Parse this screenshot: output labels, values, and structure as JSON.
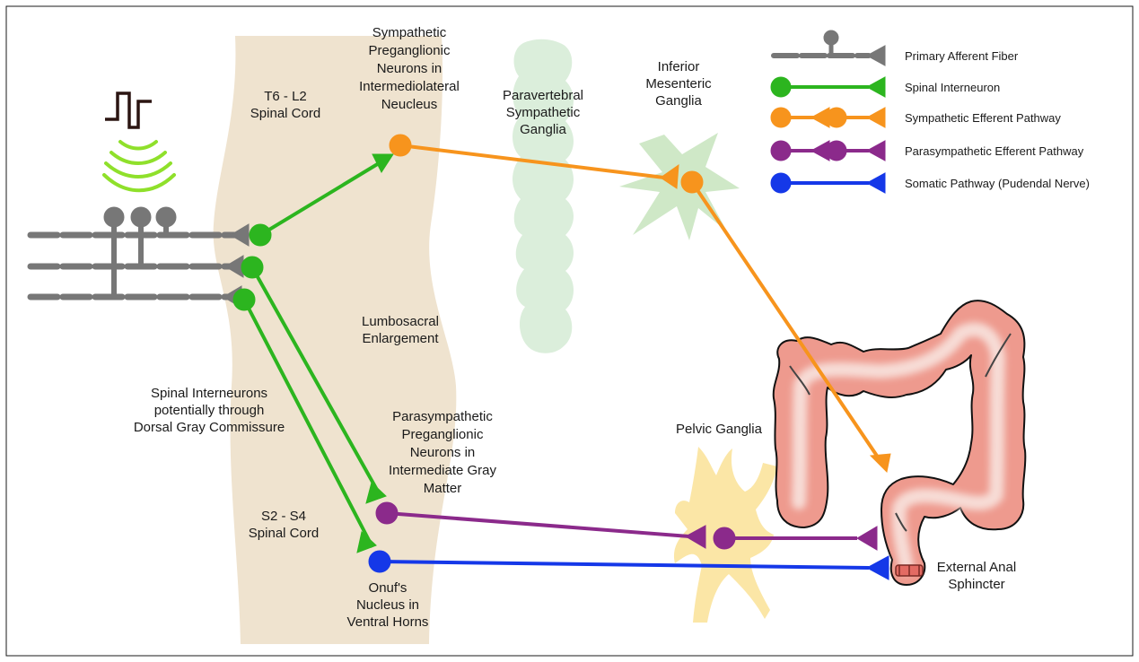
{
  "colors": {
    "afferent": "#777777",
    "interneuron": "#2cb51f",
    "sympathetic": "#f7941d",
    "parasympathetic": "#8b2a8b",
    "somatic": "#1538e8",
    "spinal_cord": "#efe3cf",
    "paravertebral": "#dbeedb",
    "mesenteric": "#cfe8c7",
    "pelvic": "#fbe6a6",
    "colon_fill": "#ee9a8e",
    "sphincter": "#e36b63",
    "stimulus_wave": "#8fe02b"
  },
  "legend": {
    "primary_afferent": "Primary Afferent Fiber",
    "spinal_interneuron": "Spinal Interneuron",
    "sympathetic": "Sympathetic Efferent Pathway",
    "parasympathetic": "Parasympathetic Efferent Pathway",
    "somatic": "Somatic Pathway (Pudendal Nerve)"
  },
  "labels": {
    "t6_l2": [
      "T6 - L2",
      "Spinal Cord"
    ],
    "sympathetic_preganglionic": [
      "Sympathetic",
      "Preganglionic",
      "Neurons in",
      "Intermediolateral",
      "Neucleus"
    ],
    "paravertebral": [
      "Paravertebral",
      "Sympathetic",
      "Ganglia"
    ],
    "inferior_mesenteric": [
      "Inferior",
      "Mesenteric",
      "Ganglia"
    ],
    "lumbosacral": [
      "Lumbosacral",
      "Enlargement"
    ],
    "spinal_interneurons_dgc": [
      "Spinal Interneurons",
      "potentially through",
      "Dorsal Gray Commissure"
    ],
    "parasympathetic_preganglionic": [
      "Parasympathetic",
      "Preganglionic",
      "Neurons in",
      "Intermediate Gray",
      "Matter"
    ],
    "pelvic_ganglia": [
      "Pelvic Ganglia"
    ],
    "s2_s4": [
      "S2 - S4",
      "Spinal Cord"
    ],
    "onufs": [
      "Onuf's",
      "Nucleus in",
      "Ventral Horns"
    ],
    "external_anal_sphincter": [
      "External Anal",
      "Sphincter"
    ]
  }
}
